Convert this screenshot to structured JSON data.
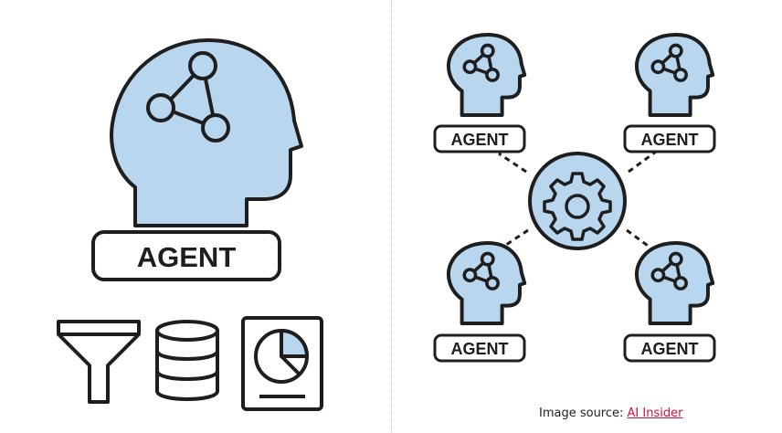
{
  "left": {
    "agent_label": "AGENT"
  },
  "right": {
    "agents": [
      {
        "label": "AGENT"
      },
      {
        "label": "AGENT"
      },
      {
        "label": "AGENT"
      },
      {
        "label": "AGENT"
      }
    ]
  },
  "caption": {
    "prefix": "Image source: ",
    "link_text": "AI Insider"
  },
  "colors": {
    "fill_blue": "#b9d6ef",
    "stroke": "#1e1e1e",
    "link": "#d6103a"
  }
}
